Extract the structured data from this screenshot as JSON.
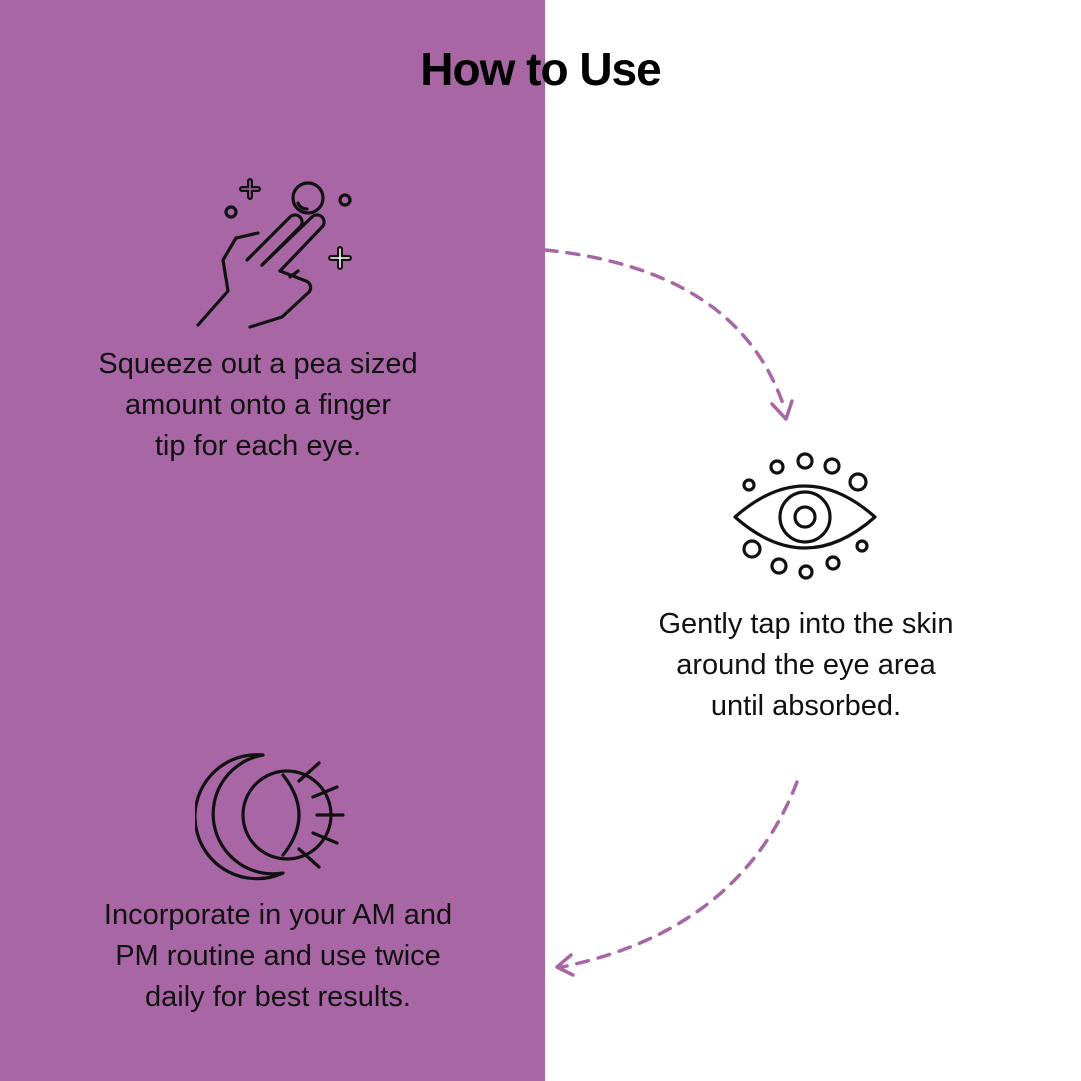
{
  "title": "How to Use",
  "colors": {
    "panel": "#a867a4",
    "arrow": "#a867a4",
    "text": "#111111"
  },
  "steps": [
    {
      "icon": "finger-tap-icon",
      "lines": [
        "Squeeze out a pea sized",
        "amount onto a finger",
        "tip for each eye."
      ]
    },
    {
      "icon": "eye-icon",
      "lines": [
        "Gently tap into the skin",
        "around the eye area",
        "until absorbed."
      ]
    },
    {
      "icon": "moon-sun-icon",
      "lines": [
        "Incorporate in your AM and",
        "PM routine and use twice",
        "daily for best results."
      ]
    }
  ]
}
